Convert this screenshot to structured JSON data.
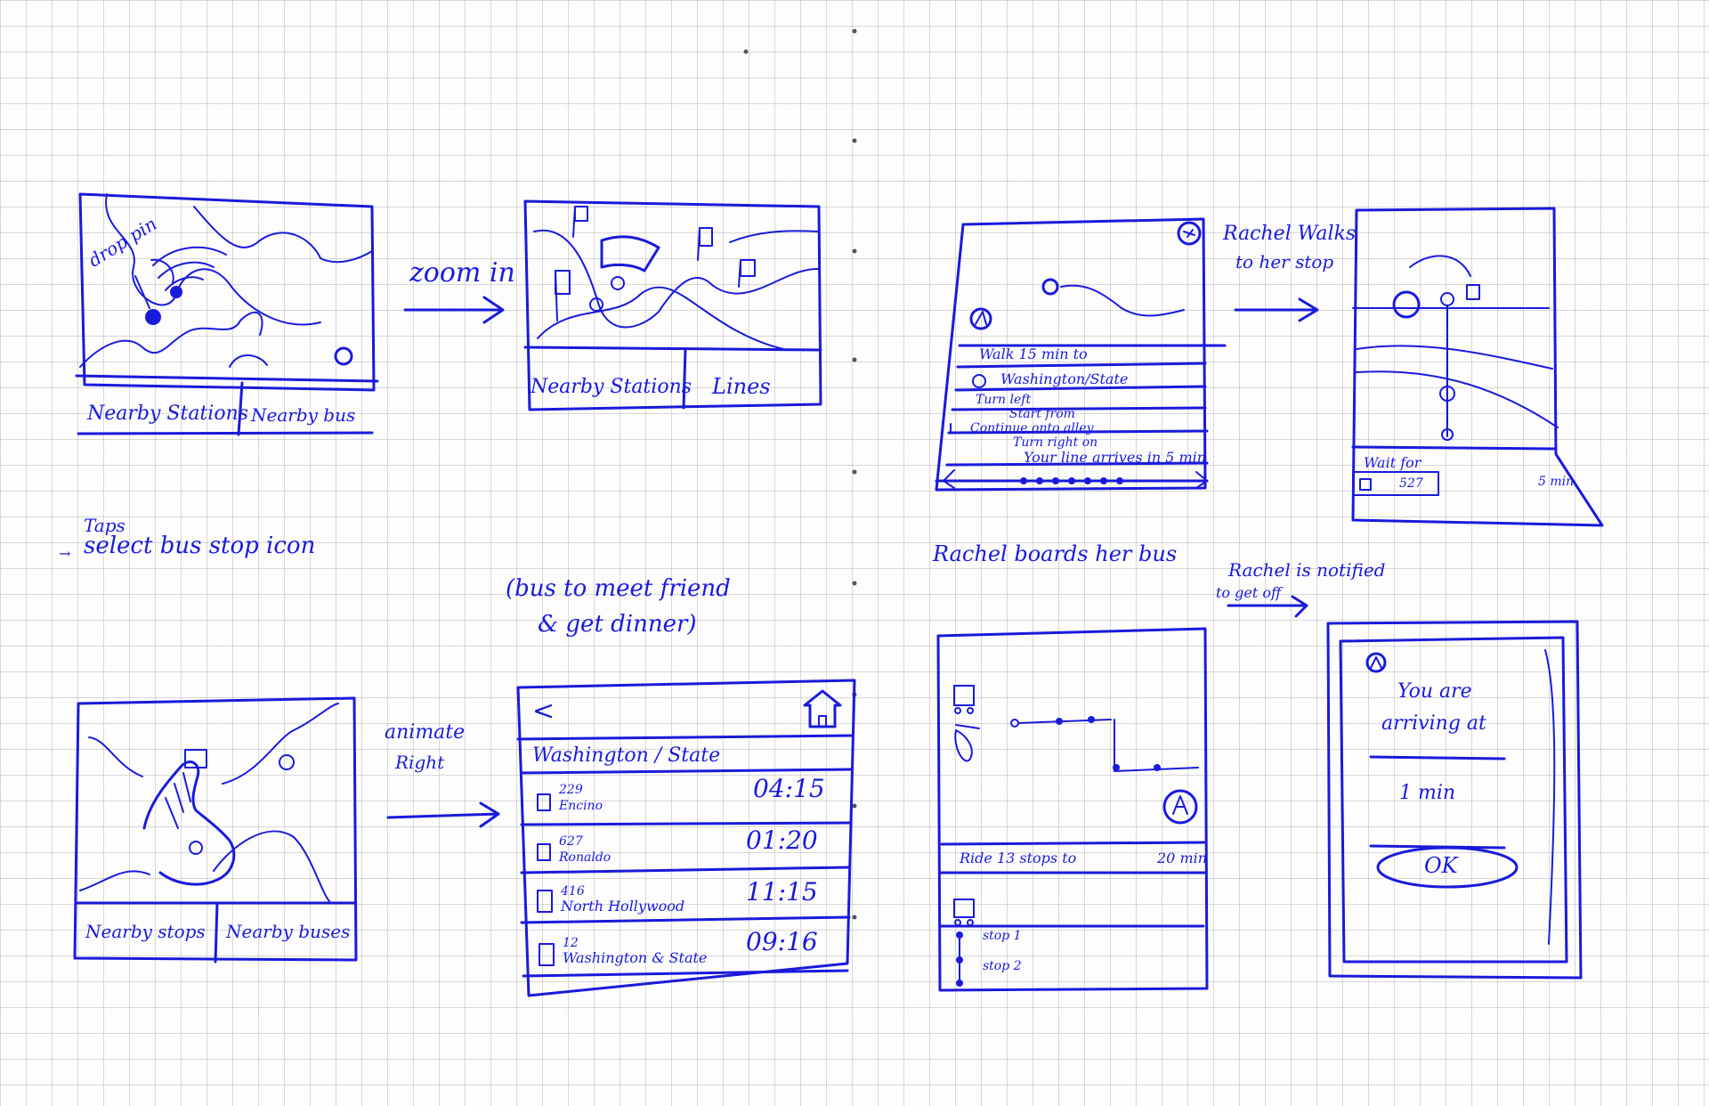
{
  "annotations": {
    "zoom_in": "zoom in",
    "taps": "Taps",
    "select_bus_stop_icon": "select bus stop icon",
    "rachel_walks": "Rachel Walks",
    "to_her_stop": "to her stop",
    "bus_purpose_line1": "(bus to meet friend",
    "bus_purpose_line2": "& get dinner)",
    "animate_right_line1": "animate",
    "animate_right_line2": "Right",
    "rachel_boards": "Rachel boards her bus",
    "rachel_notified_line1": "Rachel is notified",
    "rachel_notified_line2": "to get off"
  },
  "screen1": {
    "drop_pin": "drop pin",
    "tab1": "Nearby Stations",
    "tab2": "Nearby bus"
  },
  "screen2": {
    "tab1": "Nearby Stations",
    "tab2": "Lines"
  },
  "screen3": {
    "walk_row": "Walk 15 min to",
    "stop_row": "Washington/State",
    "direction1": "Turn left",
    "direction2": "Start from",
    "direction3": "Continue onto alley",
    "direction4": "Turn right on",
    "arrival_row": "Your line arrives in 5 min"
  },
  "screen4": {
    "wait_label": "Wait for",
    "bus_number": "527",
    "wait_time": "5 min"
  },
  "screen5": {
    "tab1": "Nearby stops",
    "tab2": "Nearby buses"
  },
  "screen6": {
    "back_glyph": "<",
    "station_title": "Washington / State",
    "rows": [
      {
        "line": "229",
        "name": "Encino",
        "time": "04:15"
      },
      {
        "line": "627",
        "name": "Ronaldo",
        "time": "01:20"
      },
      {
        "line": "416",
        "name": "North Hollywood",
        "time": "11:15"
      },
      {
        "line": "12",
        "name": "Washington & State",
        "time": "09:16"
      }
    ]
  },
  "screen7": {
    "ride_row": "Ride 13 stops to",
    "ride_time": "20 min",
    "stop1": "stop 1",
    "stop2": "stop 2"
  },
  "screen8": {
    "message_line1": "You are",
    "message_line2": "arriving at",
    "message_line3": "1 min",
    "ok_button": "OK"
  }
}
